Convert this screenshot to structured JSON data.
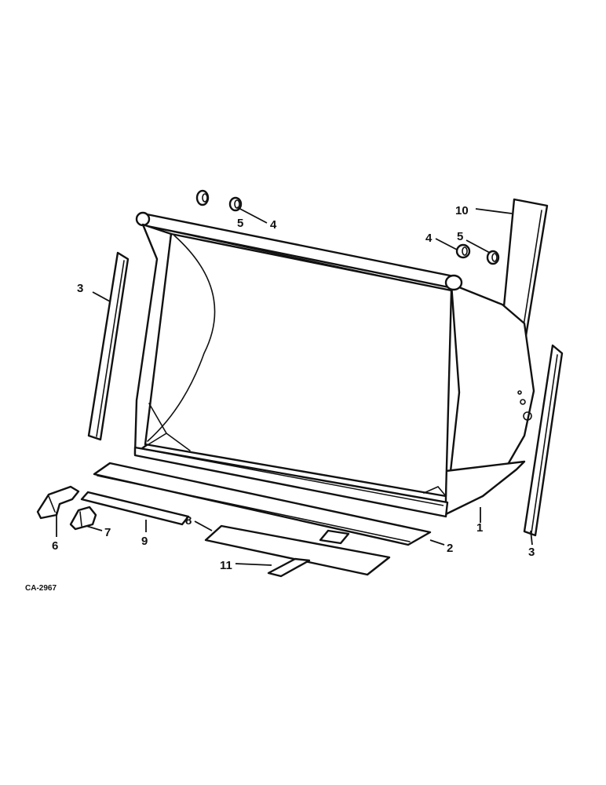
{
  "drawing_number": "CA-2967",
  "callouts": {
    "c1": "1",
    "c2": "2",
    "c3_left": "3",
    "c3_right": "3",
    "c4_top": "4",
    "c4_right": "4",
    "c5_top": "5",
    "c5_right": "5",
    "c6": "6",
    "c7": "7",
    "c8": "8",
    "c9": "9",
    "c10": "10",
    "c11": "11"
  }
}
